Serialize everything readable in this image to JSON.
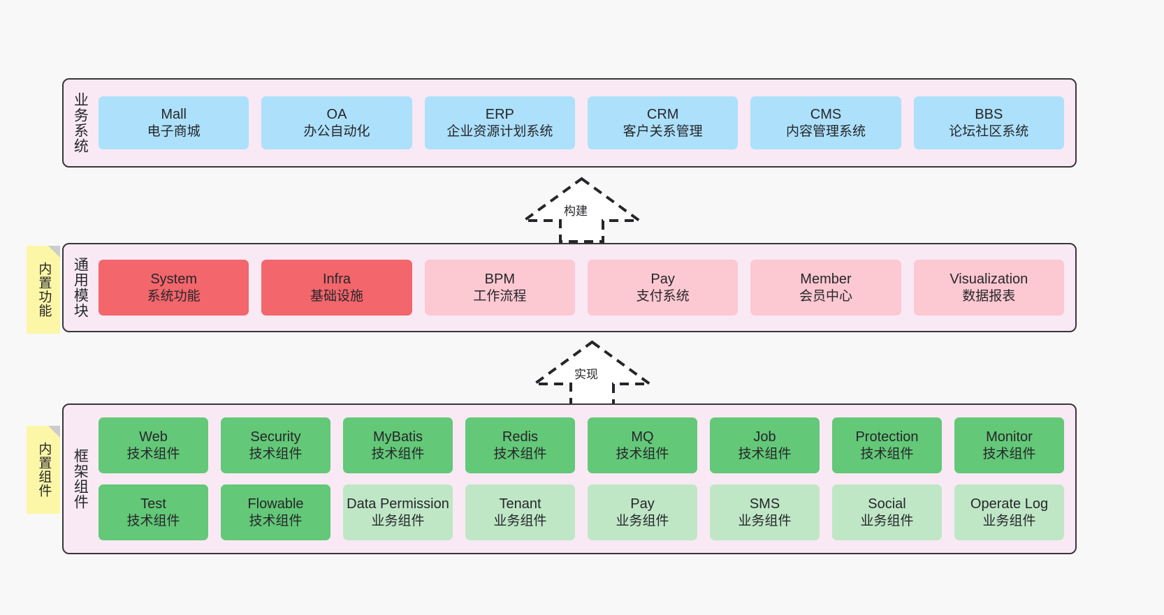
{
  "layers": [
    {
      "id": "business",
      "title": "业务系统",
      "rows": [
        {
          "cells": [
            {
              "en": "Mall",
              "cn": "电子商城",
              "color": "c-blue"
            },
            {
              "en": "OA",
              "cn": "办公自动化",
              "color": "c-blue"
            },
            {
              "en": "ERP",
              "cn": "企业资源计划系统",
              "color": "c-blue"
            },
            {
              "en": "CRM",
              "cn": "客户关系管理",
              "color": "c-blue"
            },
            {
              "en": "CMS",
              "cn": "内容管理系统",
              "color": "c-blue"
            },
            {
              "en": "BBS",
              "cn": "论坛社区系统",
              "color": "c-blue"
            }
          ]
        }
      ]
    },
    {
      "id": "common",
      "title": "通用模块",
      "note": "内置功能",
      "rows": [
        {
          "cells": [
            {
              "en": "System",
              "cn": "系统功能",
              "color": "c-red"
            },
            {
              "en": "Infra",
              "cn": "基础设施",
              "color": "c-red"
            },
            {
              "en": "BPM",
              "cn": "工作流程",
              "color": "c-pink"
            },
            {
              "en": "Pay",
              "cn": "支付系统",
              "color": "c-pink"
            },
            {
              "en": "Member",
              "cn": "会员中心",
              "color": "c-pink"
            },
            {
              "en": "Visualization",
              "cn": "数据报表",
              "color": "c-pink"
            }
          ]
        }
      ]
    },
    {
      "id": "framework",
      "title": "框架组件",
      "note": "内置组件",
      "rows": [
        {
          "cells": [
            {
              "en": "Web",
              "cn": "技术组件",
              "color": "c-green"
            },
            {
              "en": "Security",
              "cn": "技术组件",
              "color": "c-green"
            },
            {
              "en": "MyBatis",
              "cn": "技术组件",
              "color": "c-green"
            },
            {
              "en": "Redis",
              "cn": "技术组件",
              "color": "c-green"
            },
            {
              "en": "MQ",
              "cn": "技术组件",
              "color": "c-green"
            },
            {
              "en": "Job",
              "cn": "技术组件",
              "color": "c-green"
            },
            {
              "en": "Protection",
              "cn": "技术组件",
              "color": "c-green"
            },
            {
              "en": "Monitor",
              "cn": "技术组件",
              "color": "c-green"
            }
          ]
        },
        {
          "cells": [
            {
              "en": "Test",
              "cn": "技术组件",
              "color": "c-green"
            },
            {
              "en": "Flowable",
              "cn": "技术组件",
              "color": "c-green"
            },
            {
              "en": "Data Permission",
              "cn": "业务组件",
              "color": "c-lightgreen"
            },
            {
              "en": "Tenant",
              "cn": "业务组件",
              "color": "c-lightgreen"
            },
            {
              "en": "Pay",
              "cn": "业务组件",
              "color": "c-lightgreen"
            },
            {
              "en": "SMS",
              "cn": "业务组件",
              "color": "c-lightgreen"
            },
            {
              "en": "Social",
              "cn": "业务组件",
              "color": "c-lightgreen"
            },
            {
              "en": "Operate Log",
              "cn": "业务组件",
              "color": "c-lightgreen"
            }
          ]
        }
      ]
    }
  ],
  "connectors": [
    {
      "id": "build",
      "label": "构建"
    },
    {
      "id": "impl",
      "label": "实现"
    }
  ],
  "colors": {
    "panel_bg": "#f8e9f4",
    "panel_border": "#37373a",
    "blue": "#ace0fb",
    "red": "#f2666c",
    "pink": "#fcc8d2",
    "green": "#63c878",
    "light_green": "#bfe7c6",
    "note_yellow": "#fbf7a6",
    "note_fold": "#cccccc",
    "canvas_bg": "#f8f8f8"
  }
}
